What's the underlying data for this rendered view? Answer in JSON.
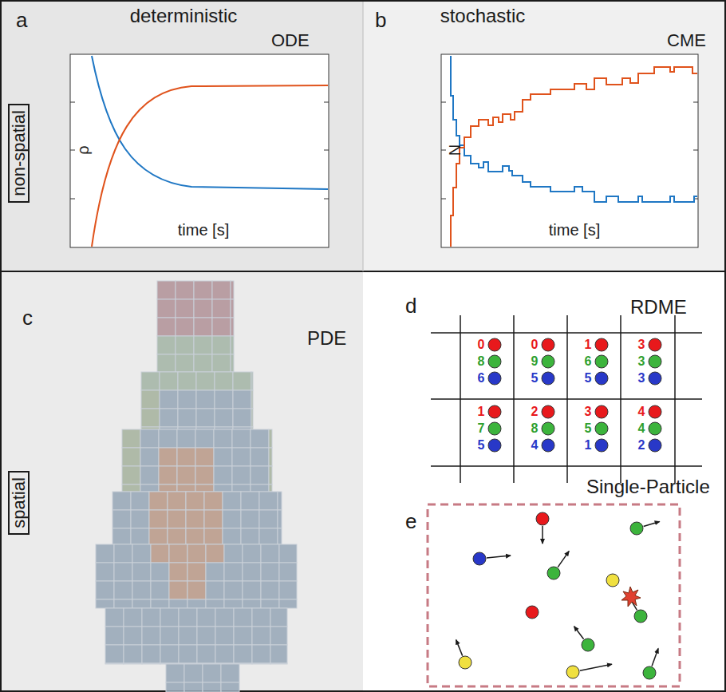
{
  "diagram": {
    "nodes": [
      {
        "text": [
          "non-spatial"
        ]
      },
      {
        "text": [
          "spatial"
        ]
      }
    ],
    "labels": [
      "a",
      "deterministic",
      "ODE",
      "ρ",
      "time [s]",
      "b",
      "stochastic",
      "CME",
      "N",
      "time [s]",
      "c",
      "PDE",
      "d",
      "RDME",
      "0",
      "8",
      "6",
      "0",
      "9",
      "5",
      "1",
      "6",
      "5",
      "3",
      "3",
      "3",
      "1",
      "7",
      "5",
      "2",
      "8",
      "4",
      "3",
      "5",
      "1",
      "4",
      "4",
      "2",
      "Single-Particle",
      "e"
    ]
  }
}
